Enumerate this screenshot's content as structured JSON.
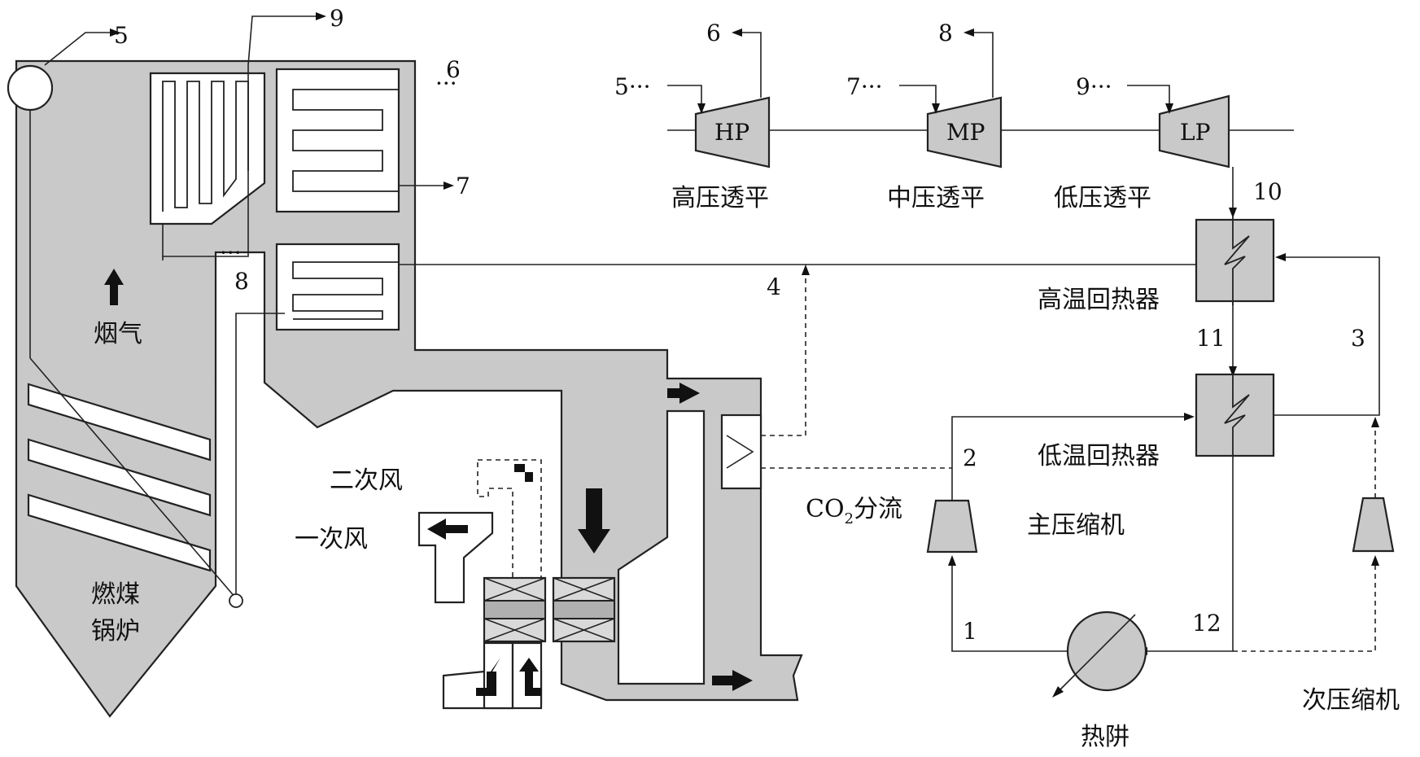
{
  "labels": {
    "n1": "1",
    "n2": "2",
    "n3": "3",
    "n4": "4",
    "n5_boiler": "5",
    "n5_in": "5···",
    "n6_hp": "6",
    "n6_out": "6",
    "n7_in": "7···",
    "n7_out": "7",
    "n8_mp": "8",
    "n8_in": "8",
    "n9_in": "9···",
    "n9_out": "9",
    "n10": "10",
    "n11": "11",
    "n12": "12",
    "dots_6": "···",
    "dots_8": "···",
    "hp": "HP",
    "mp": "MP",
    "lp": "LP",
    "hp_cn": "高压透平",
    "mp_cn": "中压透平",
    "lp_cn": "低压透平",
    "htr": "高温回热器",
    "ltr": "低温回热器",
    "main_comp": "主压缩机",
    "recomp": "次压缩机",
    "sink": "热阱",
    "co2": "CO",
    "co2_sub": "2",
    "co2_rest": "分流",
    "secondary_air": "二次风",
    "primary_air": "一次风",
    "flue_gas": "烟气",
    "boiler_1": "燃煤",
    "boiler_2": "锅炉"
  }
}
